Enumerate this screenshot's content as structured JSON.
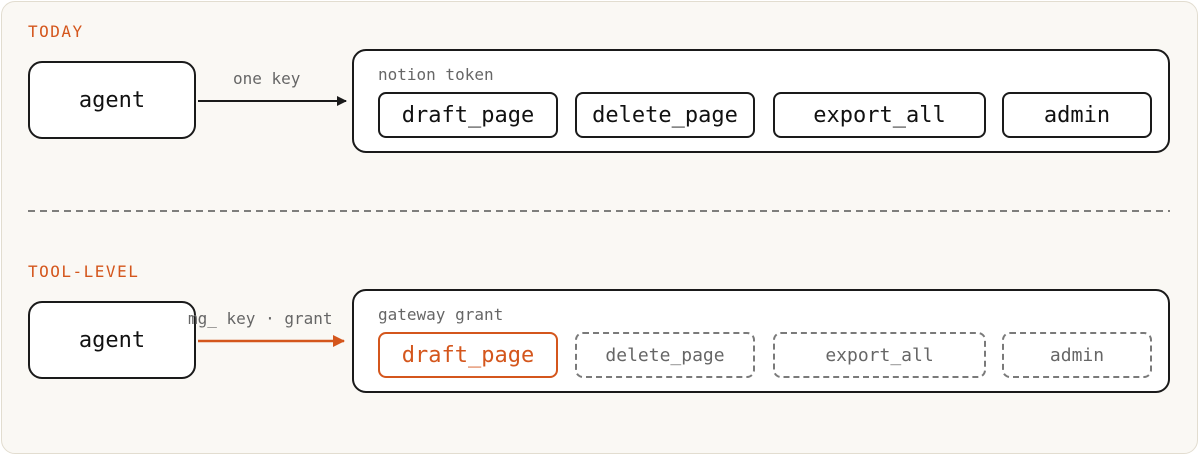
{
  "colors": {
    "accent": "#d4561c",
    "ink": "#1a1a1a",
    "muted": "#666666",
    "background": "#faf8f4"
  },
  "today": {
    "label": "TODAY",
    "agent": "agent",
    "arrow_label": "one key",
    "container_label": "notion token",
    "tools": [
      "draft_page",
      "delete_page",
      "export_all",
      "admin"
    ]
  },
  "tool_level": {
    "label": "TOOL-LEVEL",
    "agent": "agent",
    "arrow_label": "mg_ key · grant",
    "container_label": "gateway grant",
    "tools": [
      "draft_page",
      "delete_page",
      "export_all",
      "admin"
    ],
    "granted_tool": "draft_page"
  }
}
